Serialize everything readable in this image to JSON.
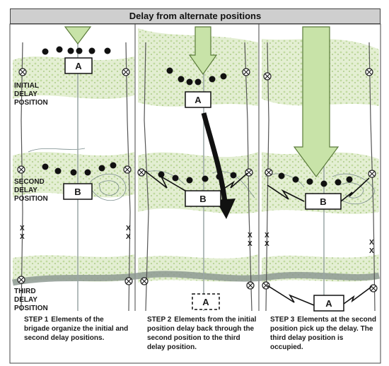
{
  "title": "Delay from alternate positions",
  "position_labels": {
    "initial": [
      "INITIAL",
      "DELAY",
      "POSITION"
    ],
    "second": [
      "SECOND",
      "DELAY",
      "POSITION"
    ],
    "third": [
      "THIRD",
      "DELAY",
      "POSITION"
    ]
  },
  "unit_labels": {
    "step1_initial": "A",
    "step1_second": "B",
    "step2_initial": "A",
    "step2_second": "B",
    "step2_third": "A",
    "step3_second": "B",
    "step3_third": "A"
  },
  "steps": [
    {
      "head": "STEP 1",
      "text": "Elements of the brigade organize the initial and second delay positions."
    },
    {
      "head": "STEP 2",
      "text": "Elements from the initial position delay back through the second position to the third delay position."
    },
    {
      "head": "STEP 3",
      "text": "Elements at the second position pick up the delay. The third delay position is occupied."
    }
  ],
  "colors": {
    "background": "#ffffff",
    "title_bar": "#cfcfcf",
    "vegetation": "#c9dfa8",
    "arrow_fill": "#c8e3a8",
    "road": "#8e9a93",
    "ink": "#1a1a1a",
    "lines": "#555555"
  }
}
